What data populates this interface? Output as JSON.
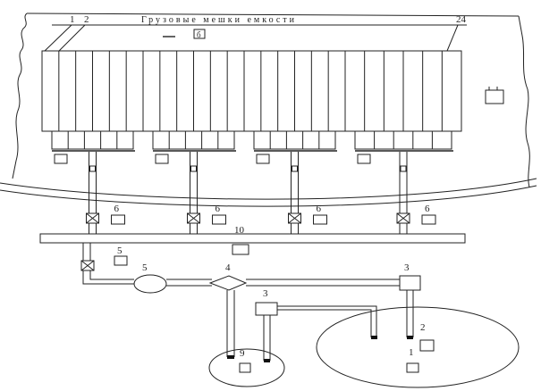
{
  "title": "Грузовые мешки емкости",
  "labels": {
    "tank_first": "1",
    "tank_second": "2",
    "tank_last": "24",
    "legend_box": "б",
    "valve_label": "6",
    "manifold": "10",
    "main_valve": "5",
    "pump": "5",
    "distributor": "4",
    "unit_right": "3",
    "unit_mid": "3",
    "small_reservoir": "9",
    "big_reservoir_2": "2",
    "big_reservoir_1": "1"
  }
}
